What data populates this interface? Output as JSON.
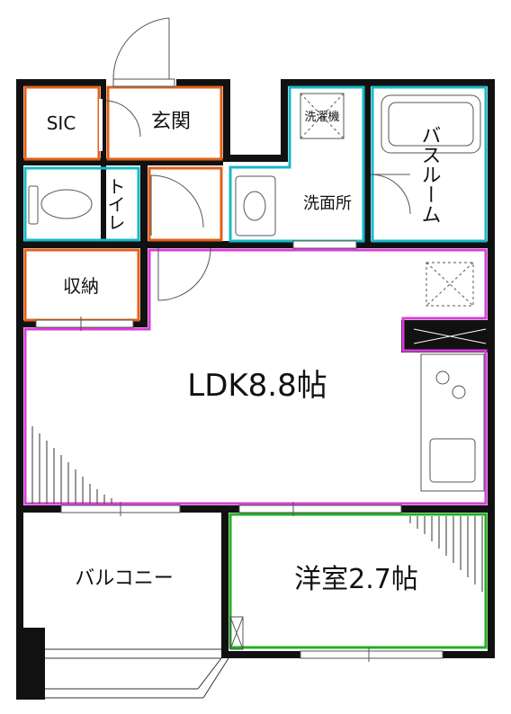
{
  "rooms": {
    "sic": "SIC",
    "entrance": "玄関",
    "toilet": "トイレ",
    "storage": "収納",
    "washer": "洗濯機",
    "washroom": "洗面所",
    "bathroom": "バスルーム",
    "ldk": "LDK8.8帖",
    "western_room": "洋室2.7帖",
    "balcony": "バルコニー"
  },
  "colors": {
    "wall": "#111111",
    "wet_area_outline": "#19b8c8",
    "storage_outline": "#e0601a",
    "living_outline": "#d640d6",
    "bedroom_outline": "#22b022",
    "fixture_line": "#555555"
  }
}
